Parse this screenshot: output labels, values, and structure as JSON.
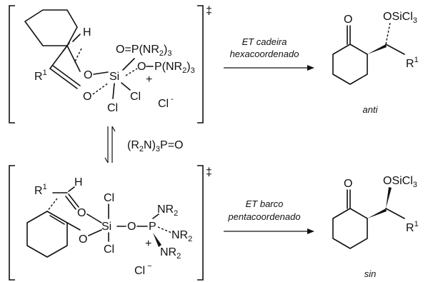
{
  "ts1": {
    "dagger": "‡",
    "h": "H",
    "o_eq_p": "O=P(NR",
    "o_eq_p_sub": "2",
    "o_eq_p_end": ")",
    "o_eq_p_sub2": "3",
    "o_p": "O",
    "p_nr2": "P(NR",
    "p_nr2_sub": "2",
    "p_nr2_end": ")",
    "p_nr2_sub2": "3",
    "si": "Si",
    "o_left": "O",
    "o_lower": "O",
    "r1": "R",
    "r1_sup": "1",
    "cl1": "Cl",
    "cl2": "Cl",
    "plus": "+",
    "cl_anion": "Cl",
    "minus": "-"
  },
  "ts2": {
    "dagger": "‡",
    "h": "H",
    "r1": "R",
    "r1_sup": "1",
    "o_top": "O",
    "o_bottom": "O",
    "si": "Si",
    "cl1": "Cl",
    "cl2": "Cl",
    "o_link": "O",
    "p": "P",
    "nr2_top": "NR",
    "nr2_top_sub": "2",
    "nr2_right": "NR",
    "nr2_right_sub": "2",
    "nr2_bottom": "NR",
    "nr2_bottom_sub": "2",
    "plus": "+",
    "cl_anion": "Cl",
    "minus": "−"
  },
  "equilibrium": {
    "label_pre": "(R",
    "label_sub1": "2",
    "label_mid": "N)",
    "label_sub2": "3",
    "label_post": "P=O"
  },
  "arrow1": {
    "line1": "ET cadeira",
    "line2": "hexacoordenado"
  },
  "arrow2": {
    "line1": "ET barco",
    "line2": "pentacoordenado"
  },
  "product1": {
    "o": "O",
    "osicl": "OSiCl",
    "osicl_sub": "3",
    "r1": "R",
    "r1_sup": "1",
    "stereo": "anti"
  },
  "product2": {
    "o": "O",
    "osicl": "OSiCl",
    "osicl_sub": "3",
    "r1": "R",
    "r1_sup": "1",
    "stereo": "sin"
  }
}
